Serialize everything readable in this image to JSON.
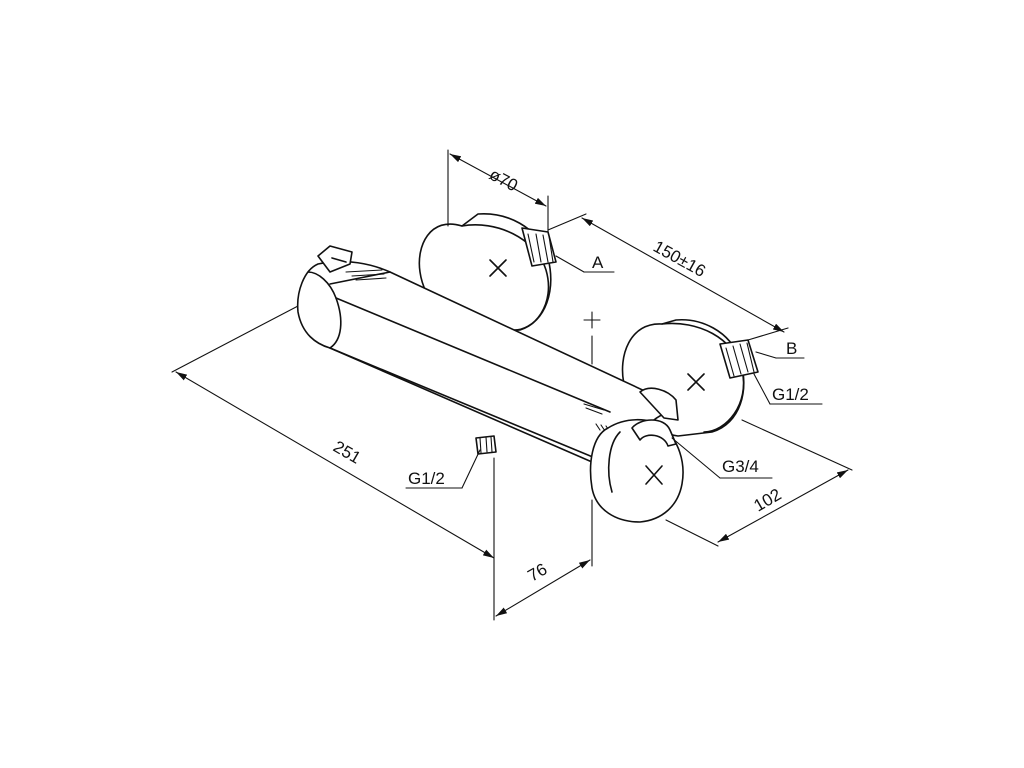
{
  "dimensions": {
    "diameter": "ø70",
    "spacing": "150±16",
    "length": "251",
    "depth": "76",
    "projection": "102"
  },
  "callouts": {
    "a": "A",
    "b": "B",
    "thread_b": "G1/2",
    "thread_bottom": "G1/2",
    "outlet": "G3/4"
  }
}
